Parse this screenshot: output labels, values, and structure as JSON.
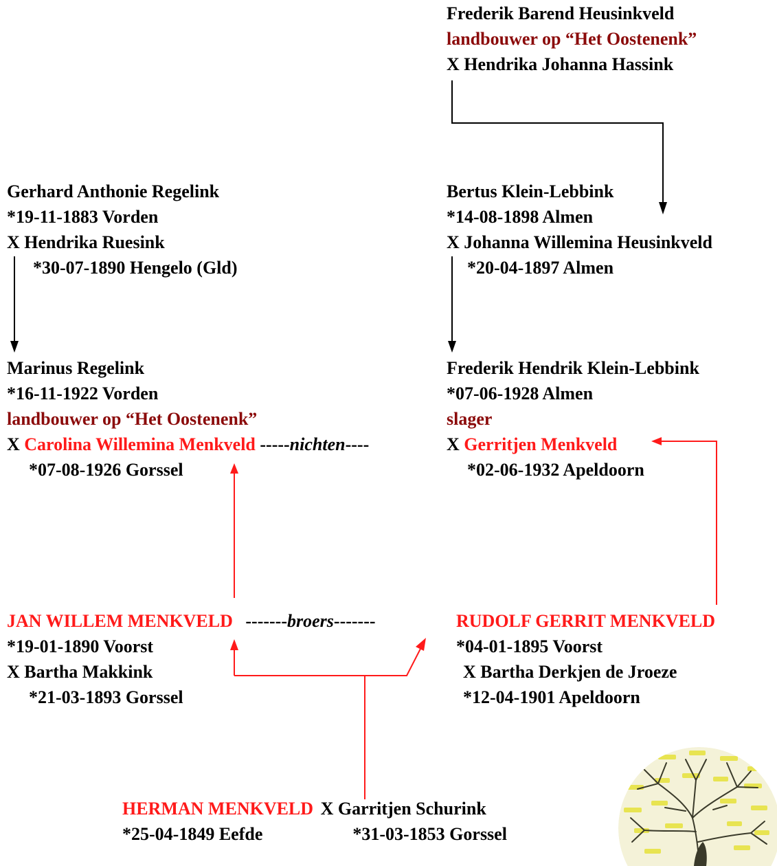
{
  "colors": {
    "black": "#000000",
    "red": "#ff1a1a",
    "dark_red": "#8b0a0a"
  },
  "frederik_barend": {
    "name": "Frederik Barend Heusinkveld",
    "occupation": "landbouwer op “Het Oostenenk”",
    "spouse": "X Hendrika Johanna Hassink"
  },
  "gerhard": {
    "name": "Gerhard Anthonie Regelink",
    "birth": "*19-11-1883 Vorden",
    "spouse": "X Hendrika Ruesink",
    "spouse_birth": "*30-07-1890 Hengelo (Gld)"
  },
  "bertus": {
    "name": "Bertus Klein-Lebbink",
    "birth": "*14-08-1898 Almen",
    "spouse": "X Johanna Willemina Heusinkveld",
    "spouse_birth": "*20-04-1897 Almen"
  },
  "marinus": {
    "name": "Marinus Regelink",
    "birth": "*16-11-1922 Vorden",
    "occupation": "landbouwer op “Het Oostenenk”",
    "spouse_prefix": "X",
    "spouse": "Carolina Willemina Menkveld",
    "spouse_birth": "*07-08-1926 Gorssel"
  },
  "nichten": {
    "left": "-----",
    "word": "nichten",
    "right": "----"
  },
  "frederik_hendrik": {
    "name": "Frederik Hendrik Klein-Lebbink",
    "birth": "*07-06-1928 Almen",
    "occupation": "slager",
    "spouse_prefix": "X",
    "spouse": "Gerritjen Menkveld",
    "spouse_birth": "*02-06-1932 Apeldoorn"
  },
  "jan_willem": {
    "name": "JAN WILLEM MENKVELD",
    "birth": "*19-01-1890 Voorst",
    "spouse": "X Bartha Makkink",
    "spouse_birth": "*21-03-1893 Gorssel"
  },
  "broers": {
    "left": "-------",
    "word": "broers",
    "right": "-------"
  },
  "rudolf": {
    "name": "RUDOLF GERRIT MENKVELD",
    "birth": "*04-01-1895 Voorst",
    "spouse": "X Bartha Derkjen de Jroeze",
    "spouse_birth": "*12-04-1901 Apeldoorn"
  },
  "herman": {
    "name": "HERMAN MENKVELD",
    "spouse": "X Garritjen Schurink",
    "birth": "*25-04-1849 Eefde",
    "spouse_birth": "*31-03-1853 Gorssel"
  }
}
